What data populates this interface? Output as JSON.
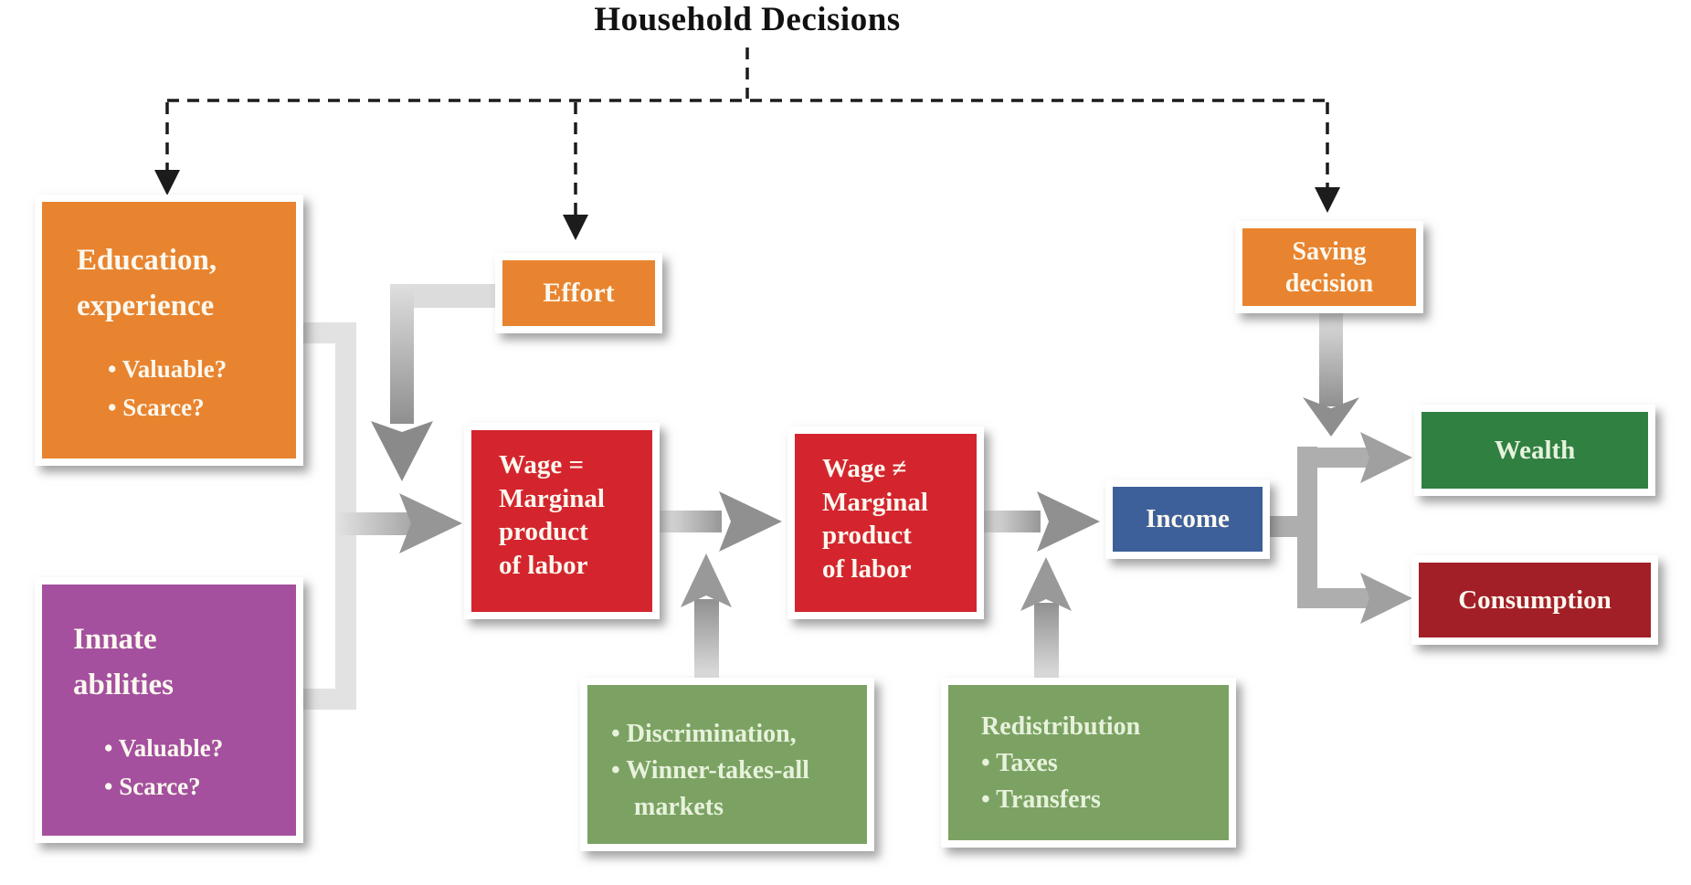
{
  "title": "Household Decisions",
  "colors": {
    "orange": "#E8842F",
    "purple": "#A4509E",
    "red": "#D4252E",
    "blue": "#3E609A",
    "green": "#2F8041",
    "dark_red": "#A21F27",
    "sage": "#7CA263",
    "text_light": "#FBF8EF",
    "sage_text": "#E7F2DC",
    "dashed_black": "#1C1C1C",
    "arrow_gray": "#9A9A9A",
    "light_gray": "#E2E2E2",
    "bracket_gray": "#AEAEAE"
  },
  "nodes": {
    "education": {
      "l1": "Education,",
      "l2": "experience",
      "b1": "• Valuable?",
      "b2": "• Scarce?"
    },
    "innate": {
      "l1": "Innate",
      "l2": "abilities",
      "b1": "• Valuable?",
      "b2": "• Scarce?"
    },
    "effort": {
      "label": "Effort"
    },
    "wage_equal": {
      "l1": "Wage =",
      "l2": "Marginal",
      "l3": "product",
      "l4": "of labor"
    },
    "wage_not_equal": {
      "l1": "Wage ≠",
      "l2": "Marginal",
      "l3": "product",
      "l4": "of labor"
    },
    "income": {
      "label": "Income"
    },
    "saving": {
      "l1": "Saving",
      "l2": "decision"
    },
    "wealth": {
      "label": "Wealth"
    },
    "consumption": {
      "label": "Consumption"
    },
    "discrimination": {
      "b1": "• Discrimination,",
      "b2": "• Winner-takes-all",
      "b2_cont": "markets"
    },
    "redistribution": {
      "l1": "Redistribution",
      "b1": "• Taxes",
      "b2": "• Transfers"
    }
  }
}
